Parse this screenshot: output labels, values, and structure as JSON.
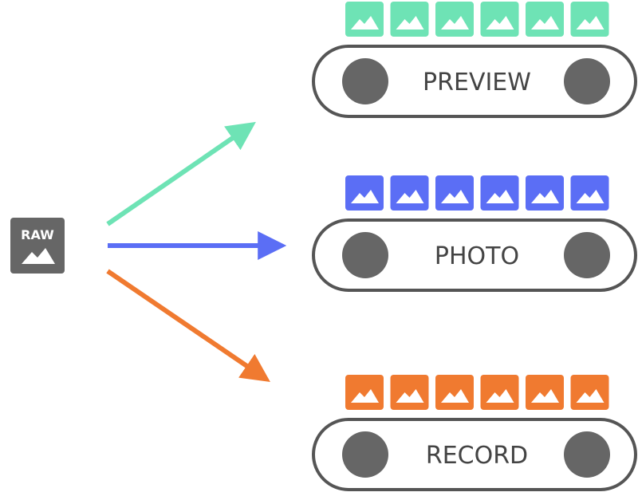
{
  "source": {
    "label": "RAW",
    "icon": "raw-image-icon",
    "color": "#666666"
  },
  "pipelines": [
    {
      "label": "PREVIEW",
      "color": "#6ee3b5",
      "frames": 6,
      "icon": "image-icon"
    },
    {
      "label": "PHOTO",
      "color": "#5b6ef5",
      "frames": 6,
      "icon": "image-icon"
    },
    {
      "label": "RECORD",
      "color": "#f07a30",
      "frames": 6,
      "icon": "image-icon"
    }
  ],
  "belt": {
    "outline_color": "#555555",
    "roller_color": "#666666",
    "roller_icon": "roller-icon"
  }
}
